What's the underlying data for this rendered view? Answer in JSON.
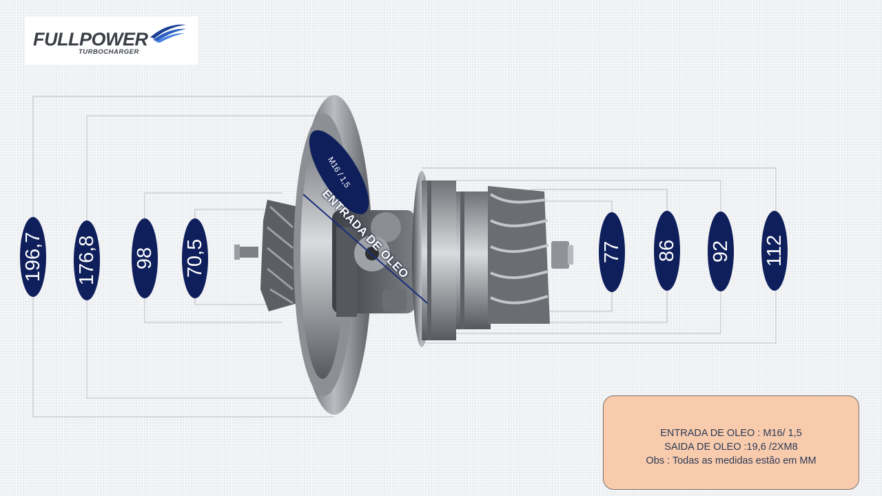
{
  "logo": {
    "main_text": "FULLPOWER",
    "sub_text": "TURBOCHARGER"
  },
  "dimensions": {
    "left": [
      "196,7",
      "176,8",
      "98",
      "70,5"
    ],
    "right": [
      "77",
      "86",
      "92",
      "112"
    ]
  },
  "annotations": {
    "oil_inlet_thread": "M16 / 1,5",
    "oil_inlet_label": "ENTRADA DE OLEO"
  },
  "info_box": {
    "line1": "ENTRADA DE OLEO : M16/ 1,5",
    "line2": "SAIDA DE OLEO :19,6 /2XM8",
    "line3": "Obs : Todas as medidas estão em MM"
  },
  "colors": {
    "label_oval": "#0e1f5c",
    "dimension_line": "#b8bcc6",
    "info_box_bg": "#f8cbad"
  }
}
